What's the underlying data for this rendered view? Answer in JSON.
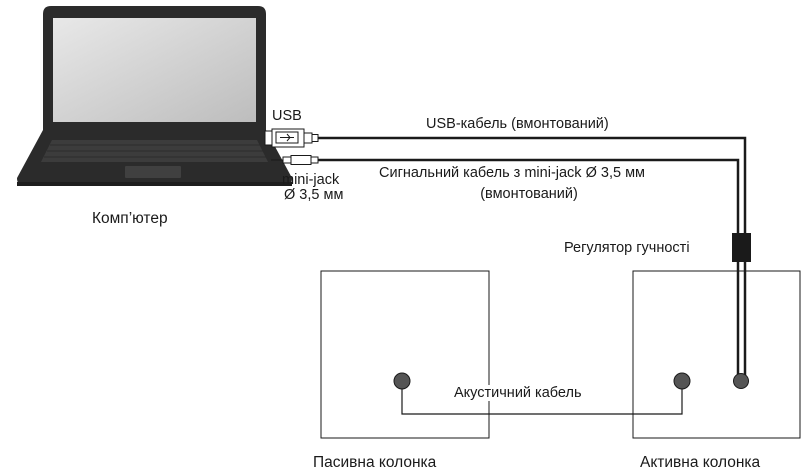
{
  "labels": {
    "computer": "Комп’ютер",
    "usb": "USB",
    "usb_cable": "USB-кабель (вмонтований)",
    "minijack_line1": "mini-jack",
    "minijack_line2": "Ø 3,5 мм",
    "signal_cable_line1": "Сигнальний кабель з mini-jack Ø 3,5 мм",
    "signal_cable_line2": "(вмонтований)",
    "volume_control": "Регулятор гучності",
    "speaker_cable": "Акустичний кабель",
    "passive_speaker": "Пасивна колонка",
    "active_speaker": "Активна колонка"
  },
  "colors": {
    "line": "#1a1a1a",
    "laptop_body": "#2b2b2b",
    "screen": "#d8d8d8",
    "speaker_dot": "#555555"
  }
}
